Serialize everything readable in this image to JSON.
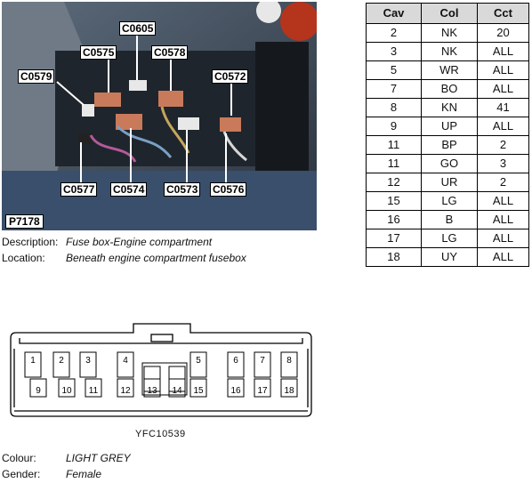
{
  "photo": {
    "ref": "P7178",
    "labels": {
      "c0605": "C0605",
      "c0575": "C0575",
      "c0578": "C0578",
      "c0579": "C0579",
      "c0572": "C0572",
      "c0577": "C0577",
      "c0574": "C0574",
      "c0573": "C0573",
      "c0576": "C0576"
    }
  },
  "info": {
    "description_label": "Description:",
    "description_value": "Fuse box-Engine compartment",
    "location_label": "Location:",
    "location_value": "Beneath engine compartment fusebox",
    "colour_label": "Colour:",
    "colour_value": "LIGHT GREY",
    "gender_label": "Gender:",
    "gender_value": "Female"
  },
  "pin_table": {
    "headers": {
      "cav": "Cav",
      "col": "Col",
      "cct": "Cct"
    },
    "rows": [
      {
        "cav": "2",
        "col": "NK",
        "cct": "20"
      },
      {
        "cav": "3",
        "col": "NK",
        "cct": "ALL"
      },
      {
        "cav": "5",
        "col": "WR",
        "cct": "ALL"
      },
      {
        "cav": "7",
        "col": "BO",
        "cct": "ALL"
      },
      {
        "cav": "8",
        "col": "KN",
        "cct": "41"
      },
      {
        "cav": "9",
        "col": "UP",
        "cct": "ALL"
      },
      {
        "cav": "11",
        "col": "BP",
        "cct": "2"
      },
      {
        "cav": "11",
        "col": "GO",
        "cct": "3"
      },
      {
        "cav": "12",
        "col": "UR",
        "cct": "2"
      },
      {
        "cav": "15",
        "col": "LG",
        "cct": "ALL"
      },
      {
        "cav": "16",
        "col": "B",
        "cct": "ALL"
      },
      {
        "cav": "17",
        "col": "LG",
        "cct": "ALL"
      },
      {
        "cav": "18",
        "col": "UY",
        "cct": "ALL"
      }
    ]
  },
  "connector": {
    "drawing_ref": "YFC10539",
    "top_pins": [
      "1",
      "2",
      "3",
      "4",
      "5",
      "6",
      "7",
      "8"
    ],
    "bottom_pins": [
      "9",
      "10",
      "11",
      "12",
      "13",
      "14",
      "15",
      "16",
      "17",
      "18"
    ]
  },
  "colors": {
    "photo_background": "#3c4a5a",
    "label_background": "#ffffff",
    "table_header": "#d9d9d9"
  }
}
